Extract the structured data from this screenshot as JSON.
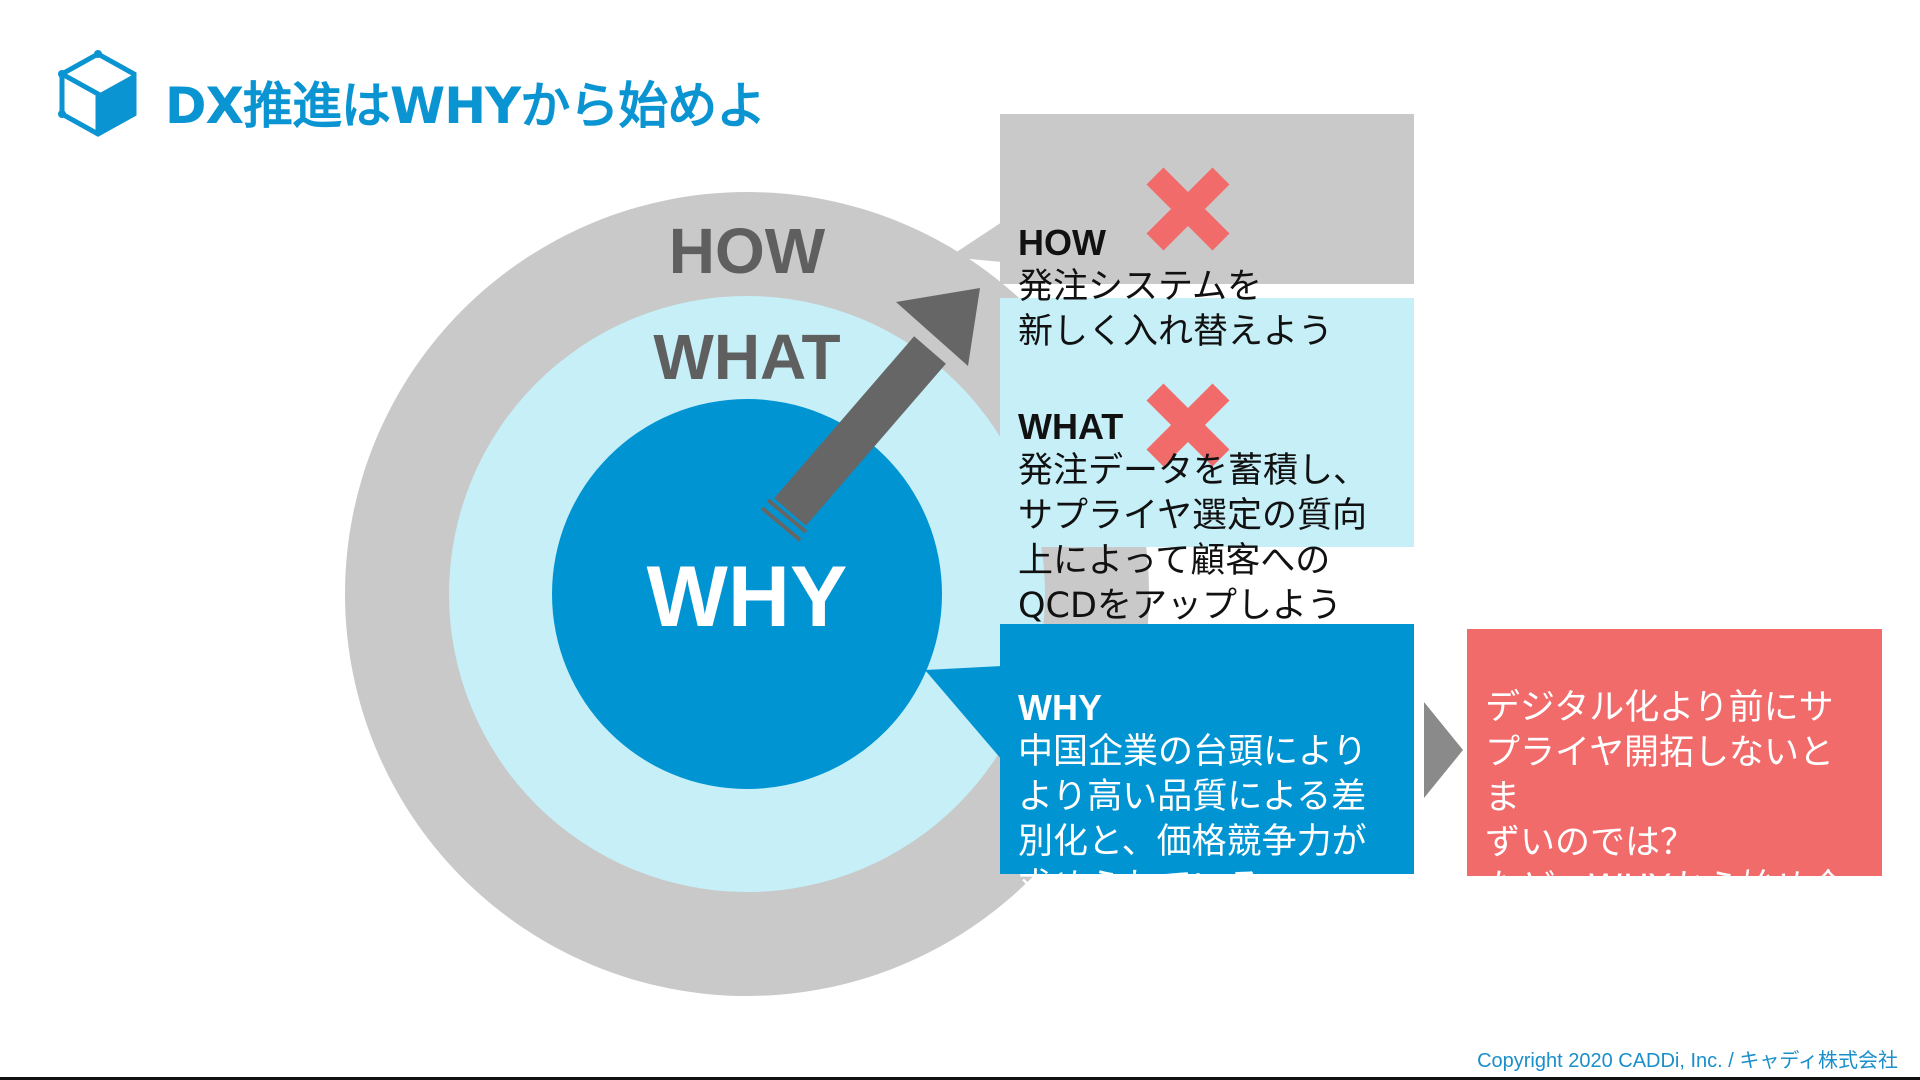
{
  "slide": {
    "title": "DX推進はWHYから始めよ",
    "logo_icon": "cube-icon",
    "footer": "Copyright 2020 CADDi, Inc. / キャディ株式会社"
  },
  "circles": {
    "outer_label": "HOW",
    "middle_label": "WHAT",
    "inner_label": "WHY",
    "colors": {
      "outer": "#c9c9c9",
      "middle": "#c6eff8",
      "inner": "#0095d2",
      "arrow": "#666666"
    }
  },
  "boxes": {
    "how": {
      "heading": "HOW",
      "body": "発注システムを\n新しく入れ替えよう",
      "rejected": true
    },
    "what": {
      "heading": "WHAT",
      "body": "発注データを蓄積し、\nサプライヤ選定の質向\n上によって顧客への\nQCDをアップしよう",
      "rejected": true
    },
    "why": {
      "heading": "WHY",
      "body": "中国企業の台頭により\nより高い品質による差\n別化と、価格競争力が\n求められている"
    },
    "conclusion": {
      "body": "デジタル化より前にサ\nプライヤ開拓しないとま\nずいのでは？\nなど、WHYから始め全\n体を考える"
    }
  },
  "colors": {
    "accent": "#0a94d1",
    "reject": "#f26b6b"
  }
}
